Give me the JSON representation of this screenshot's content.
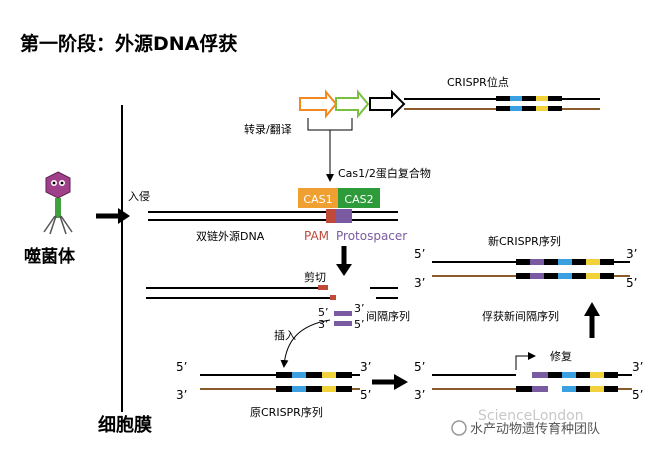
{
  "title": "第一阶段：外源DNA俘获",
  "crispr_locus_label": "CRISPR位点",
  "transcribe_translate_label": "转录/翻译",
  "cas_complex_label": "Cas1/2蛋白复合物",
  "cas1_label": "CAS1",
  "cas2_label": "CAS2",
  "invade_label": "入侵",
  "phage_label": "噬菌体",
  "dsdna_label": "双链外源DNA",
  "pam_label": "PAM",
  "protospacer_label": "Protospacer",
  "cut_label": "剪切",
  "spacer_label": "间隔序列",
  "insert_label": "插入",
  "orig_crispr_label": "原CRISPR序列",
  "new_crispr_label": "新CRISPR序列",
  "capture_label": "俘获新间隔序列",
  "repair_label": "修复",
  "membrane_label": "细胞膜",
  "five_prime": "5’",
  "three_prime": "3’",
  "watermark": "水产动物遗传育种团队",
  "watermark_faint": "ScienceLondon",
  "colors": {
    "black": "#000000",
    "brown_strand": "#8b5a2b",
    "cas1": "#f0a030",
    "cas2": "#2e9b3a",
    "pam": "#c04a3a",
    "protospacer": "#7a5aa0",
    "spacer_blue": "#3aa0e0",
    "spacer_yellow": "#f2d23a",
    "spacer_purple": "#6a4a9a",
    "gene_orange": "#f08a20",
    "gene_green": "#7ac040"
  }
}
